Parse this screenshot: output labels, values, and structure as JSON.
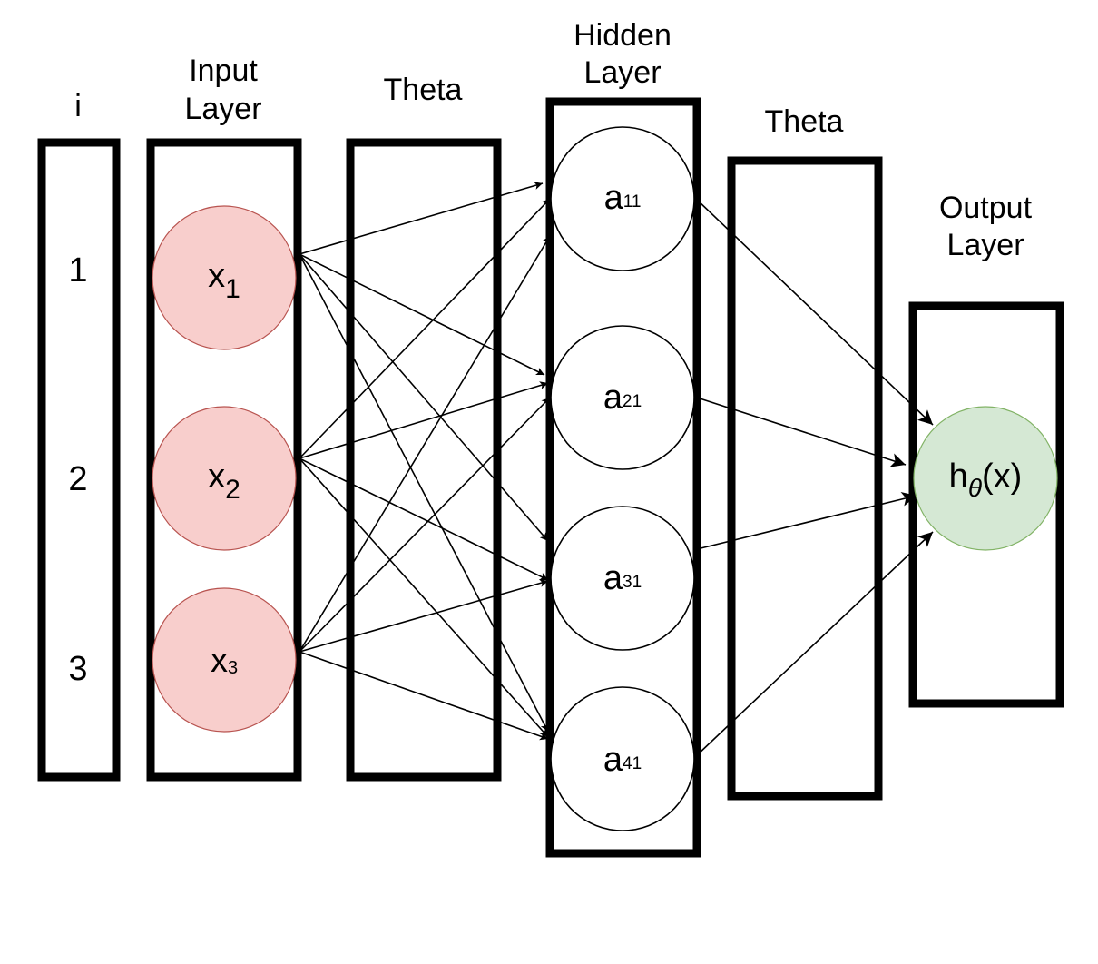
{
  "headers": {
    "index": "i",
    "input_line1": "Input",
    "input_line2": "Layer",
    "theta1": "Theta",
    "hidden_line1": "Hidden",
    "hidden_line2": "Layer",
    "theta2": "Theta",
    "output_line1": "Output",
    "output_line2": "Layer"
  },
  "indices": [
    "1",
    "2",
    "3"
  ],
  "input_nodes": [
    {
      "main": "x",
      "sub": "1"
    },
    {
      "main": "x",
      "sub": "2"
    },
    {
      "main": "x",
      "sub": "3"
    }
  ],
  "hidden_nodes": [
    {
      "main": "a",
      "sub": "11"
    },
    {
      "main": "a",
      "sub": "21"
    },
    {
      "main": "a",
      "sub": "31"
    },
    {
      "main": "a",
      "sub": "41"
    }
  ],
  "output_node": {
    "main": "h",
    "sub": "θ",
    "tail": "(x)"
  },
  "colors": {
    "input_fill": "#f8cecc",
    "input_stroke": "#b85450",
    "output_fill": "#d5e8d4",
    "output_stroke": "#82b366",
    "hidden_fill": "#ffffff",
    "line": "#000000"
  }
}
